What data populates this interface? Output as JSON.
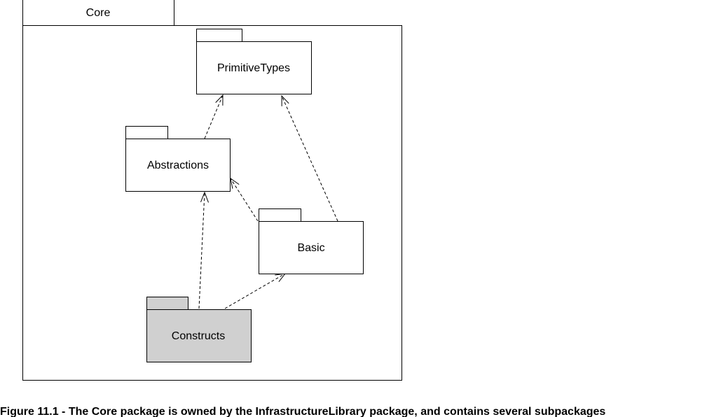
{
  "diagram": {
    "container": {
      "name": "Core"
    },
    "packages": [
      {
        "id": "primitive-types",
        "name": "PrimitiveTypes",
        "fill": "#ffffff"
      },
      {
        "id": "abstractions",
        "name": "Abstractions",
        "fill": "#ffffff"
      },
      {
        "id": "basic",
        "name": "Basic",
        "fill": "#ffffff"
      },
      {
        "id": "constructs",
        "name": "Constructs",
        "fill": "#d0d0d0"
      }
    ],
    "dependencies": [
      {
        "from": "abstractions",
        "to": "primitive-types"
      },
      {
        "from": "basic",
        "to": "primitive-types"
      },
      {
        "from": "basic",
        "to": "abstractions"
      },
      {
        "from": "constructs",
        "to": "abstractions"
      },
      {
        "from": "constructs",
        "to": "basic"
      }
    ]
  },
  "caption": "Figure 11.1 - The Core package is owned by the InfrastructureLibrary package, and contains several subpackages"
}
